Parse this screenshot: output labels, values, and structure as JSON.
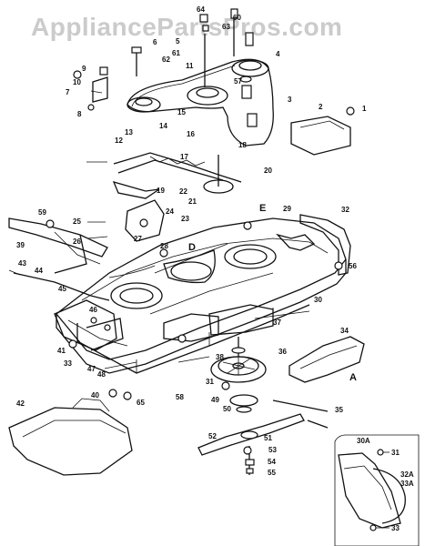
{
  "watermark": "AppliancePartsPros.com",
  "colors": {
    "ink": "#111111",
    "paper": "#ffffff",
    "watermark": "#a0a0a0"
  },
  "callouts": [
    "1",
    "2",
    "3",
    "4",
    "5",
    "6",
    "7",
    "8",
    "9",
    "10",
    "11",
    "12",
    "13",
    "14",
    "15",
    "16",
    "17",
    "18",
    "19",
    "20",
    "21",
    "22",
    "23",
    "24",
    "25",
    "26",
    "27",
    "28",
    "29",
    "30",
    "31",
    "32",
    "33",
    "34",
    "35",
    "36",
    "37",
    "38",
    "39",
    "40",
    "41",
    "42",
    "43",
    "44",
    "45",
    "46",
    "47",
    "48",
    "49",
    "50",
    "51",
    "52",
    "53",
    "54",
    "55",
    "56",
    "57",
    "58",
    "59",
    "60",
    "61",
    "62",
    "63",
    "64",
    "65"
  ],
  "letters": {
    "d": "D",
    "e": "E",
    "a": "A"
  },
  "inset": {
    "l30a": "30A",
    "l31": "31",
    "l32a": "32A",
    "l33a": "33A",
    "l33": "33"
  }
}
